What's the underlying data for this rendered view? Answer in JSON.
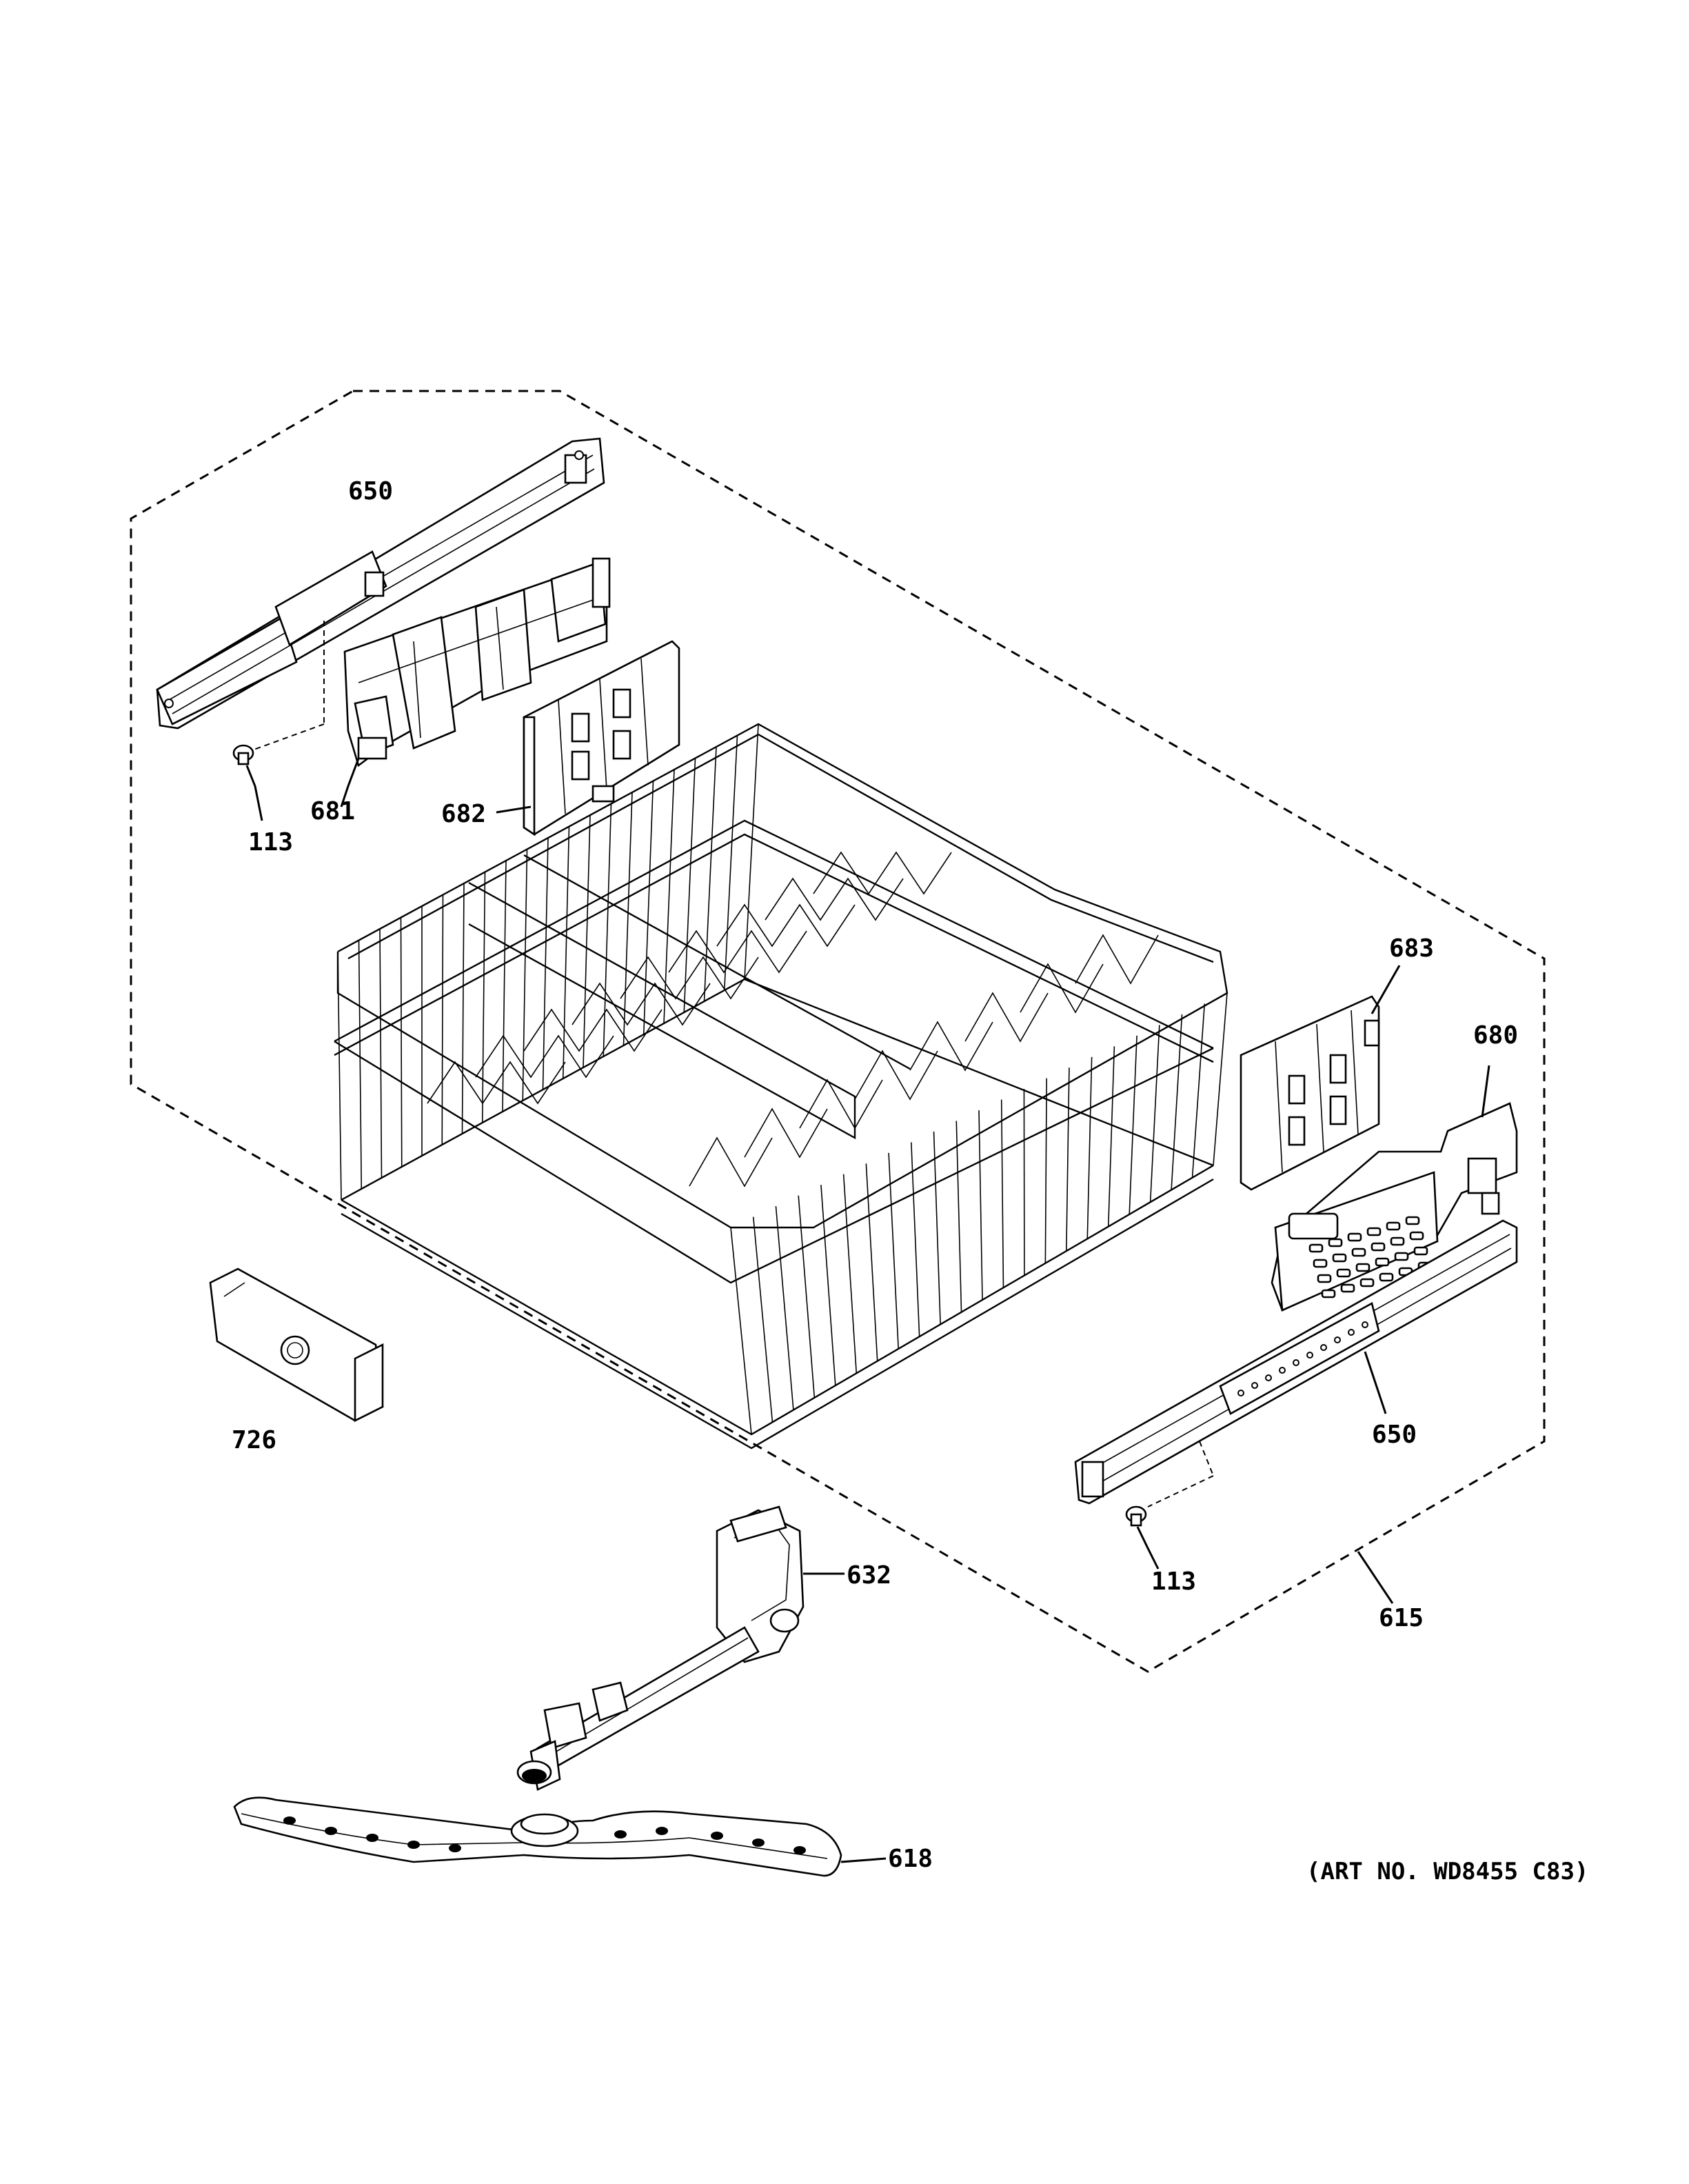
{
  "diagram": {
    "callouts": {
      "rail_left": "650",
      "screw_left": "113",
      "clip_681": "681",
      "clip_682": "682",
      "clip_683": "683",
      "clip_680": "680",
      "rail_right": "650",
      "screw_right": "113",
      "rack_assembly": "615",
      "badge": "726",
      "manifold": "632",
      "spray_arm": "618"
    },
    "art_number": "(ART NO. WD8455 C83)"
  }
}
